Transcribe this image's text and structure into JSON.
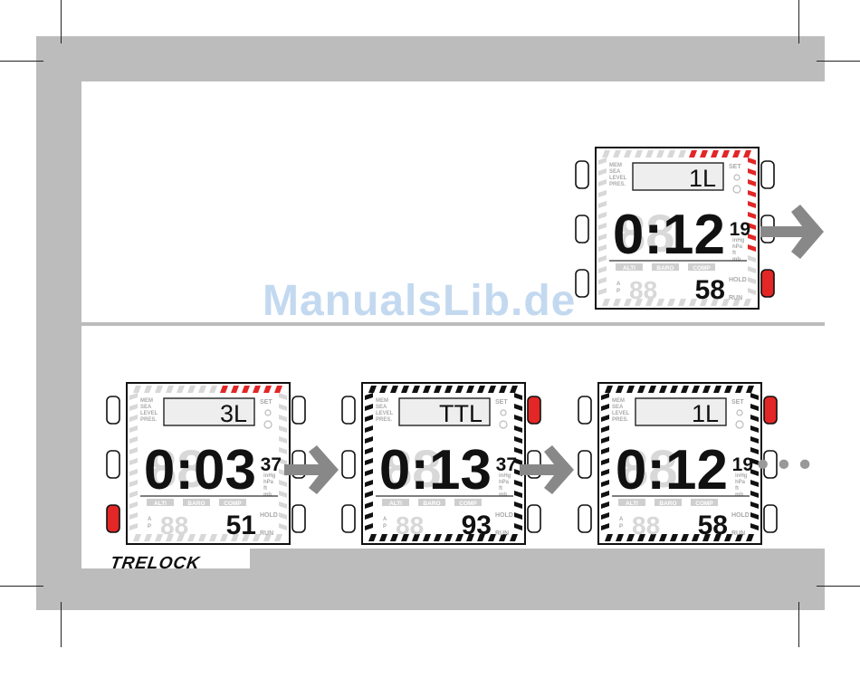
{
  "watermark": "ManualsLib.de",
  "brand": {
    "logo_text": "TRELOCK"
  },
  "colors": {
    "accent": "#e32626",
    "frame_gray": "#bcbcbc",
    "segment_dark": "#111111",
    "segment_ghost": "#d8d8d8",
    "arrow": "#888888"
  },
  "labels": {
    "left_top": [
      "MEM",
      "SEA",
      "LEVEL",
      "PRES."
    ],
    "right_top": "SET",
    "units": [
      "inHg",
      "hPa",
      "ft",
      "mb"
    ],
    "mode_tabs": [
      "ALTI",
      "BARO",
      "COMP"
    ],
    "hold": "HOLD",
    "run": "RUN",
    "ap": [
      "A",
      "P"
    ]
  },
  "devices": [
    {
      "id": "top",
      "top_text": "1L",
      "main": "0:12",
      "small": "19",
      "bottom": "58",
      "pressed": "right-bottom",
      "border": "partial-red"
    },
    {
      "id": "row1",
      "top_text": "3L",
      "main": "0:03",
      "small": "37",
      "bottom": "51",
      "pressed": "left-bottom",
      "border": "top-red"
    },
    {
      "id": "row2",
      "top_text": "TTL",
      "main": "0:13",
      "small": "37",
      "bottom": "93",
      "pressed": "right-top",
      "border": "full-black"
    },
    {
      "id": "row3",
      "top_text": "1L",
      "main": "0:12",
      "small": "19",
      "bottom": "58",
      "pressed": "right-top",
      "border": "full-black"
    }
  ],
  "ellipsis": "•••"
}
